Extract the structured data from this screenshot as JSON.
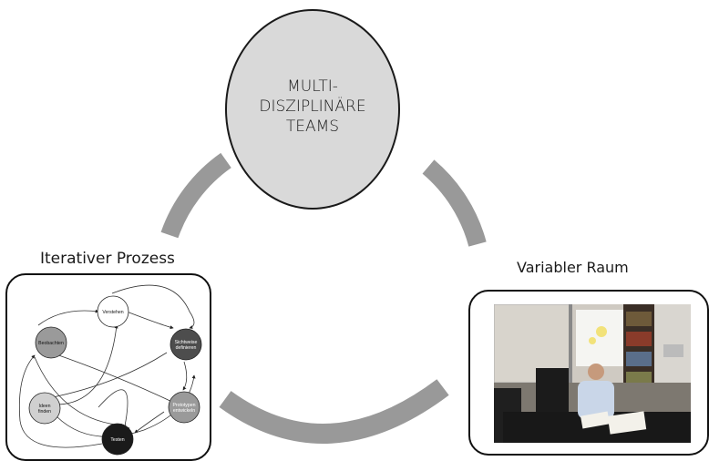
{
  "center": {
    "title": "MULTI-\nDISZIPLINÄRE\nTEAMS"
  },
  "left": {
    "title": "Iterativer Prozess",
    "nodes": [
      {
        "id": "verstehen",
        "label": "Verstehen"
      },
      {
        "id": "sichtweise",
        "label": "Sichtweise\ndefinieren"
      },
      {
        "id": "prototypen",
        "label": "Prototypen\nentwickeln"
      },
      {
        "id": "testen",
        "label": "Testen"
      },
      {
        "id": "ideen",
        "label": "Ideen\nfinden"
      },
      {
        "id": "beobachten",
        "label": "Beobachten"
      }
    ]
  },
  "right": {
    "title": "Variabler Raum"
  },
  "colors": {
    "ring": "#999999",
    "circle_fill": "#d9d9d9",
    "node_white": "#ffffff",
    "node_light": "#d0d0d0",
    "node_mid": "#9a9a9a",
    "node_dark": "#4d4d4d",
    "node_black": "#1a1a1a"
  }
}
